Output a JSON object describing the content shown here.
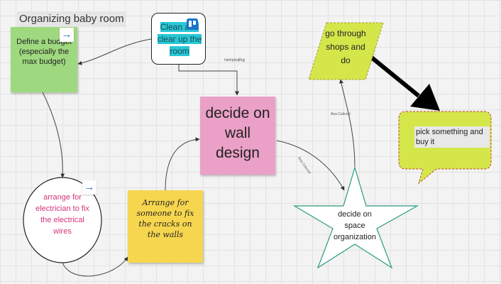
{
  "frame": {
    "title": "Organizing baby room"
  },
  "nodes": {
    "budget": {
      "text": "Define a budget (especially the max budget)"
    },
    "clean": {
      "text": "Clean and clear up the room"
    },
    "wall": {
      "text": "decide on wall design"
    },
    "shops": {
      "text": "go through shops and do"
    },
    "pick": {
      "text": "pick something and buy it"
    },
    "electrician": {
      "text": "arrange for electrician to fix the electrical wires"
    },
    "cracks": {
      "text": "Arrange for someone to fix the cracks on the walls"
    },
    "space": {
      "text": "decide on space organization"
    }
  },
  "connector_labels": {
    "clean_to_wall": "hdshjdsdjfhgj",
    "wall_to_space": "Ana Coković",
    "space_to_shops": "Ana Coković"
  },
  "colors": {
    "green_sticky": "#9fd97f",
    "pink_sticky": "#eba0c7",
    "yellow_sticky": "#f7d64f",
    "lime_shape": "#d4e64a",
    "cyan_highlight": "#27c7d6",
    "electrician_text": "#d6337c",
    "star_stroke": "#2a9a80"
  }
}
